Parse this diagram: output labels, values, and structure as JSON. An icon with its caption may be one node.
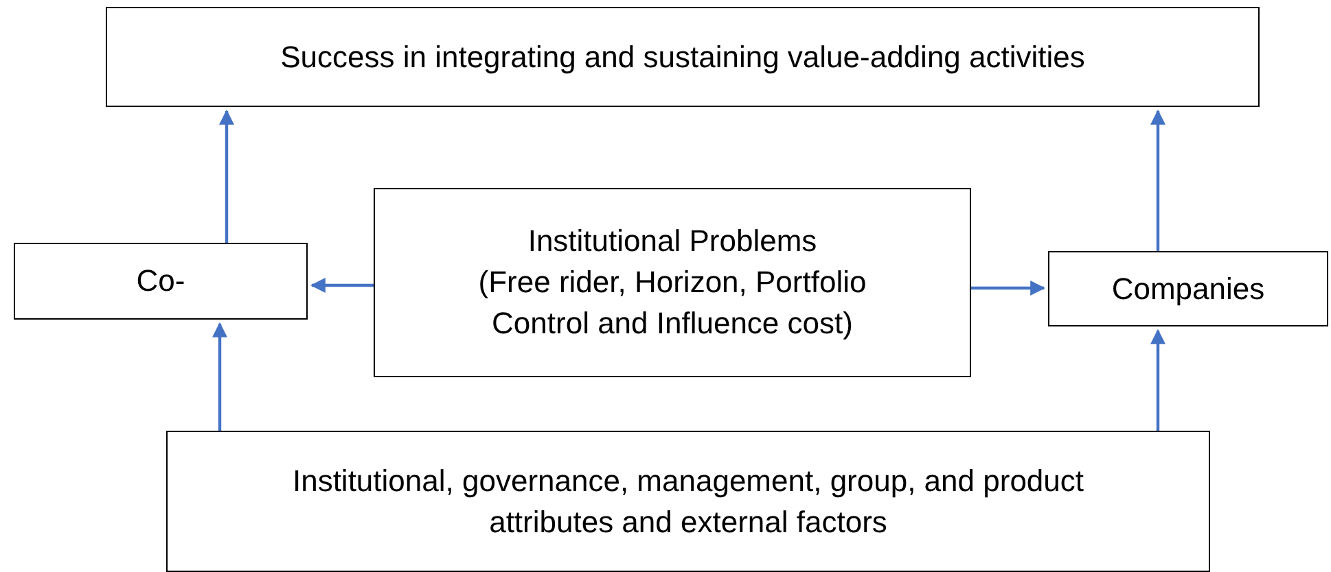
{
  "diagram": {
    "nodes": [
      {
        "text": [
          "Success in integrating and sustaining value-adding activities"
        ]
      },
      {
        "text": [
          "Co-"
        ]
      },
      {
        "text": [
          "Institutional Problems",
          "(Free rider, Horizon, Portfolio Control and Influence cost)"
        ]
      },
      {
        "text": [
          "Companies"
        ]
      },
      {
        "text": [
          "Institutional, governance, management, group, and product attributes and external factors"
        ]
      }
    ],
    "edges": [
      {
        "from": 1,
        "to": 0,
        "arrow": "to"
      },
      {
        "from": 3,
        "to": 0,
        "arrow": "to"
      },
      {
        "from": 2,
        "to": 1,
        "arrow": "to"
      },
      {
        "from": 2,
        "to": 3,
        "arrow": "to"
      },
      {
        "from": 4,
        "to": 1,
        "arrow": "to"
      },
      {
        "from": 4,
        "to": 3,
        "arrow": "to"
      }
    ]
  }
}
